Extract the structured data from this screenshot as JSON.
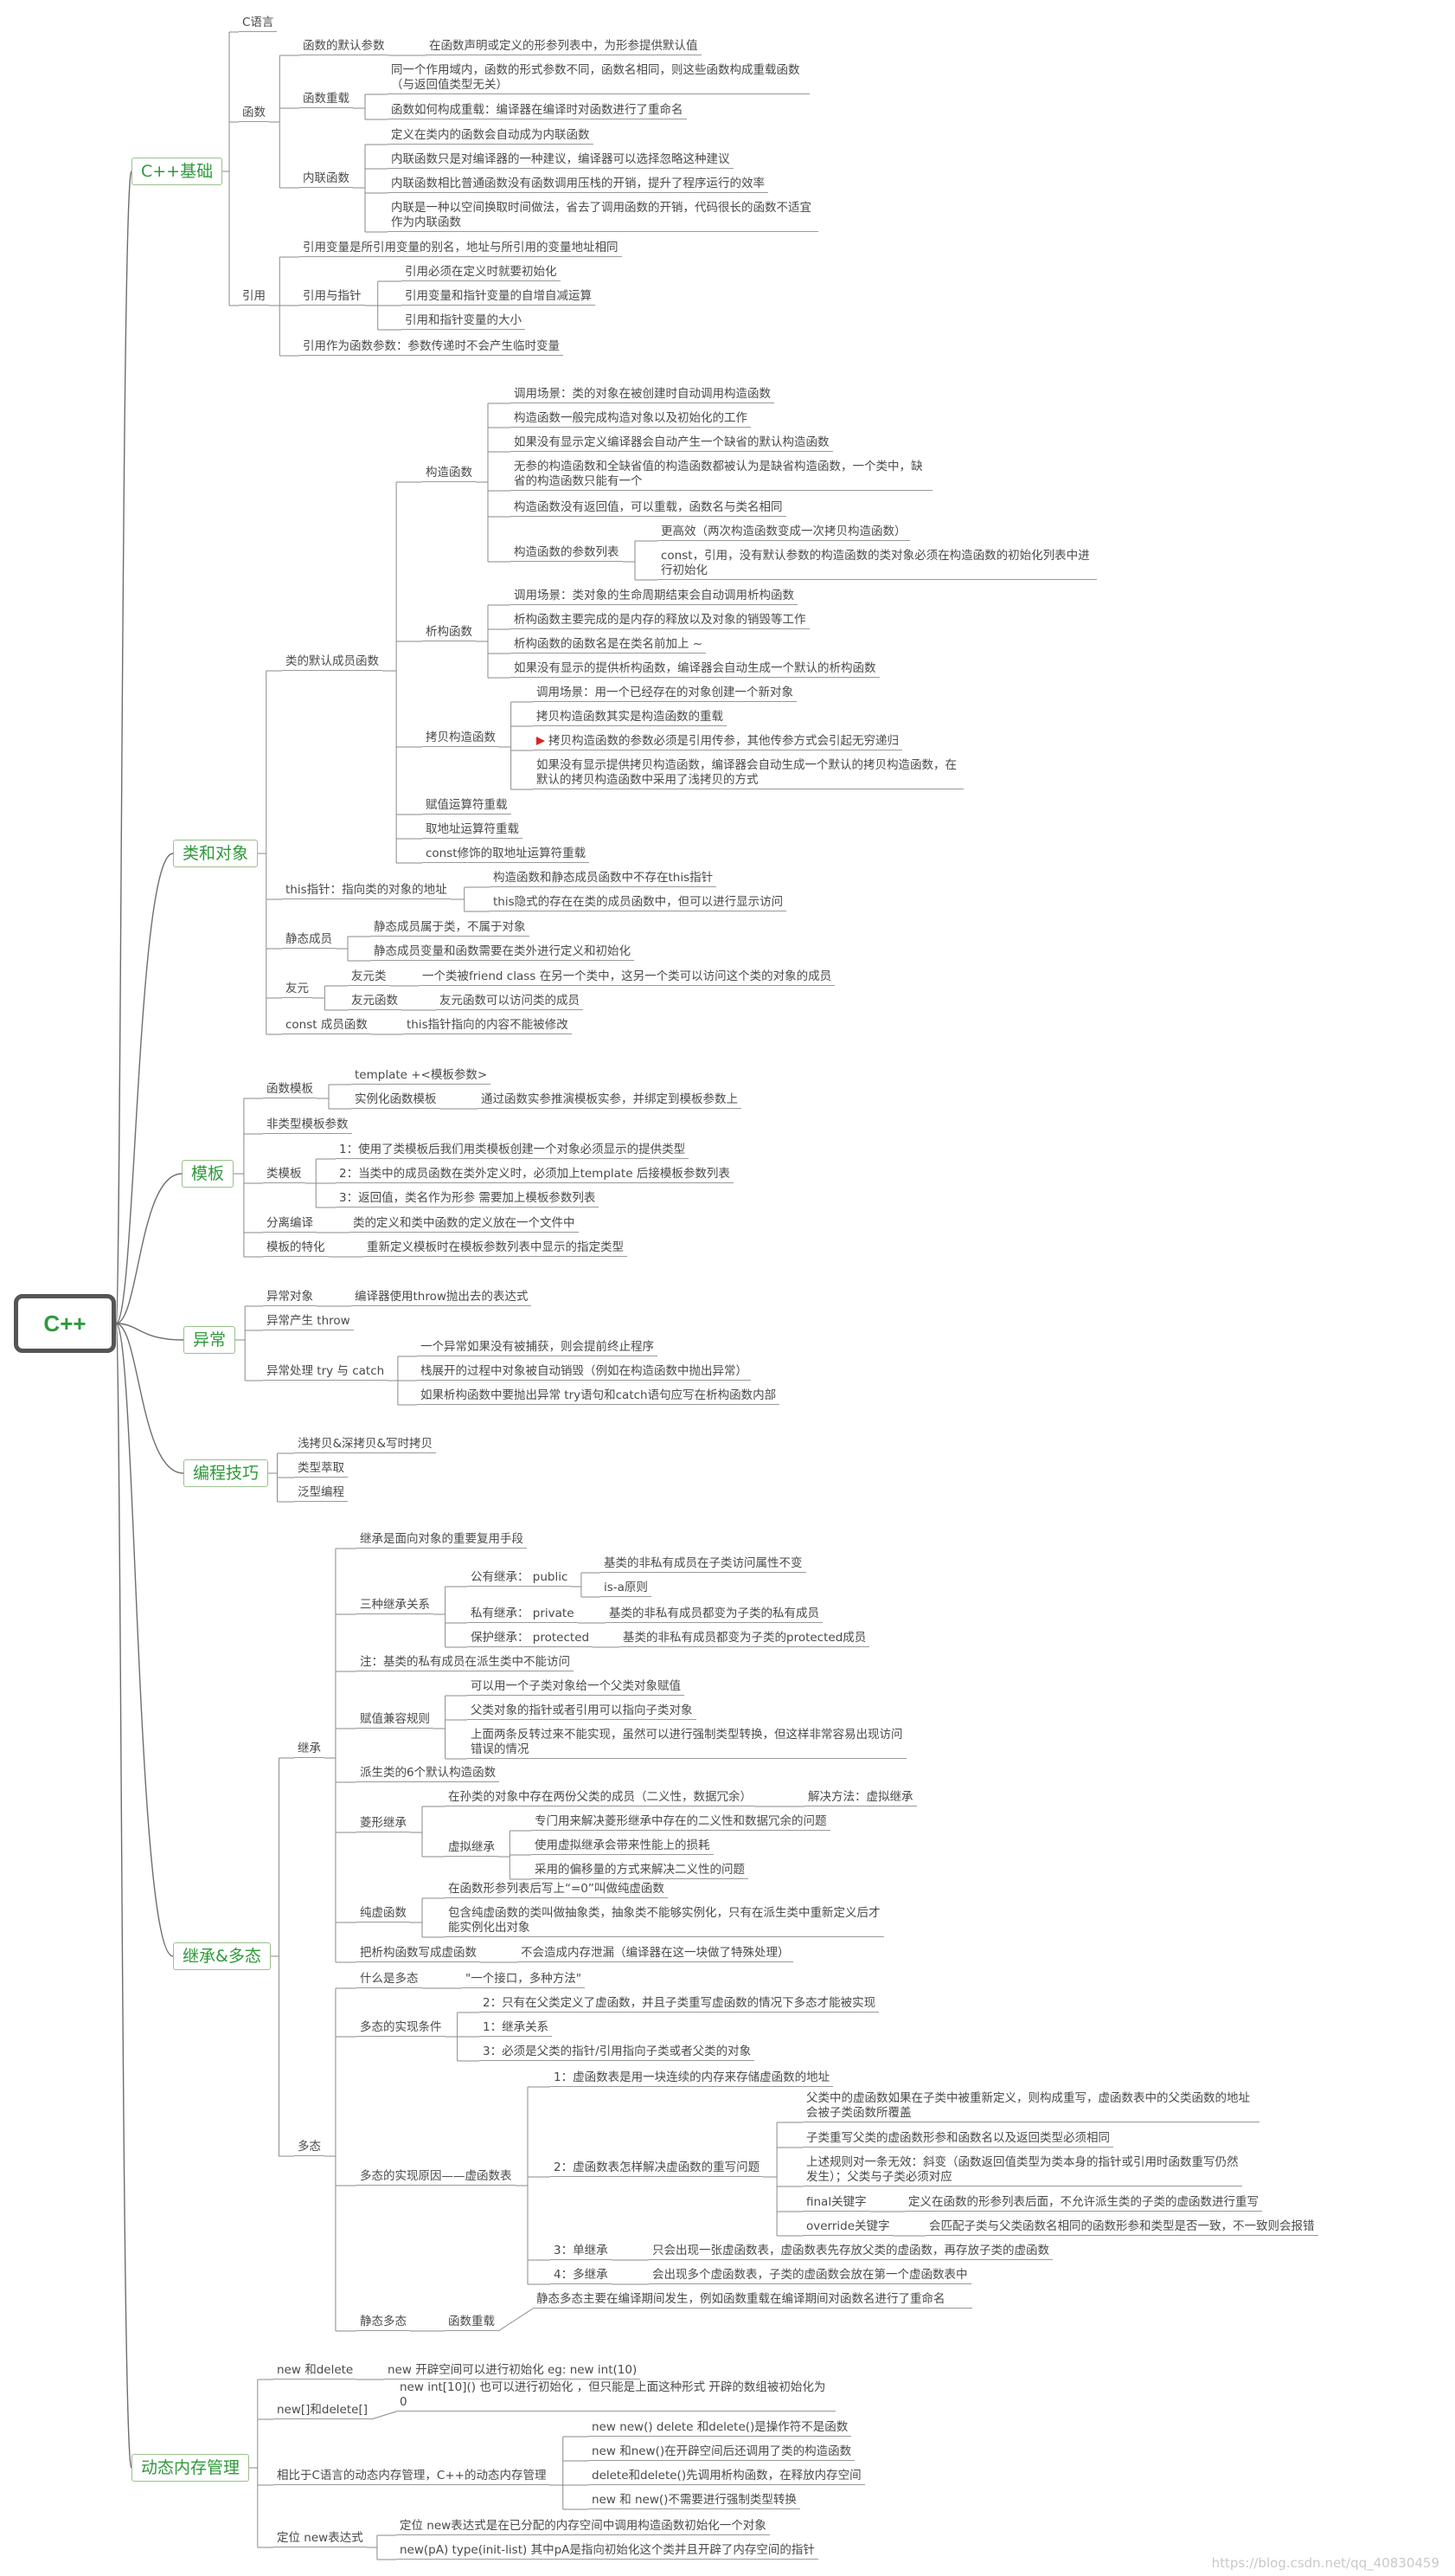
{
  "root": "C++",
  "branches": {
    "basics": "C++基础",
    "classes": "类和对象",
    "templates": "模板",
    "exceptions": "异常",
    "tips": "编程技巧",
    "inheritance": "继承&多态",
    "memory": "动态内存管理"
  },
  "basics": {
    "clang": "C语言",
    "func": "函数",
    "default_args": "函数的默认参数",
    "default_args_desc": "在函数声明或定义的形参列表中，为形参提供默认值",
    "overload": "函数重载",
    "overload_1": "同一个作用域内，函数的形式参数不同，函数名相同，则这些函数构成重载函数（与返回值类型无关）",
    "overload_2": "函数如何构成重载：编译器在编译时对函数进行了重命名",
    "inline": "内联函数",
    "inline_1": "定义在类内的函数会自动成为内联函数",
    "inline_2": "内联函数只是对编译器的一种建议，编译器可以选择忽略这种建议",
    "inline_3": "内联函数相比普通函数没有函数调用压栈的开销，提升了程序运行的效率",
    "inline_4": "内联是一种以空间换取时间做法，省去了调用函数的开销，代码很长的函数不适宜作为内联函数",
    "ref": "引用",
    "ref_1": "引用变量是所引用变量的别名，地址与所引用的变量地址相同",
    "ref_ptr": "引用与指针",
    "ref_ptr_1": "引用必须在定义时就要初始化",
    "ref_ptr_2": "引用变量和指针变量的自增自减运算",
    "ref_ptr_3": "引用和指针变量的大小",
    "ref_param": "引用作为函数参数：参数传递时不会产生临时变量"
  },
  "classes": {
    "defaults": "类的默认成员函数",
    "ctor": "构造函数",
    "ctor_1": "调用场景：类的对象在被创建时自动调用构造函数",
    "ctor_2": "构造函数一般完成构造对象以及初始化的工作",
    "ctor_3": "如果没有显示定义编译器会自动产生一个缺省的默认构造函数",
    "ctor_4": "无参的构造函数和全缺省值的构造函数都被认为是缺省构造函数，一个类中，缺省的构造函数只能有一个",
    "ctor_5": "构造函数没有返回值，可以重载，函数名与类名相同",
    "init_list": "构造函数的参数列表",
    "init_list_1": "更高效（两次构造函数变成一次拷贝构造函数）",
    "init_list_2": "const，引用，没有默认参数的构造函数的类对象必须在构造函数的初始化列表中进行初始化",
    "dtor": "析构函数",
    "dtor_1": "调用场景：类对象的生命周期结束会自动调用析构函数",
    "dtor_2": "析构函数主要完成的是内存的释放以及对象的销毁等工作",
    "dtor_3": "析构函数的函数名是在类名前加上 ~",
    "dtor_4": "如果没有显示的提供析构函数，编译器会自动生成一个默认的析构函数",
    "copy": "拷贝构造函数",
    "copy_1": "调用场景：用一个已经存在的对象创建一个新对象",
    "copy_2": "拷贝构造函数其实是构造函数的重载",
    "copy_3": "拷贝构造函数的参数必须是引用传参，其他传参方式会引起无穷递归",
    "copy_4": "如果没有显示提供拷贝构造函数，编译器会自动生成一个默认的拷贝构造函数，在默认的拷贝构造函数中采用了浅拷贝的方式",
    "assign": "赋值运算符重载",
    "addr": "取地址运算符重载",
    "const_addr": "const修饰的取地址运算符重载",
    "this": "this指针：指向类的对象的地址",
    "this_1": "构造函数和静态成员函数中不存在this指针",
    "this_2": "this隐式的存在在类的成员函数中，但可以进行显示访问",
    "static": "静态成员",
    "static_1": "静态成员属于类，不属于对象",
    "static_2": "静态成员变量和函数需要在类外进行定义和初始化",
    "friend": "友元",
    "friend_class": "友元类",
    "friend_class_desc": "一个类被friend class 在另一个类中，这另一个类可以访问这个类的对象的成员",
    "friend_func": "友元函数",
    "friend_func_desc": "友元函数可以访问类的成员",
    "const_member": "const 成员函数",
    "const_member_desc": "this指针指向的内容不能被修改"
  },
  "templates": {
    "func_tpl": "函数模板",
    "func_tpl_1": "template +<模板参数>",
    "instantiate": "实例化函数模板",
    "instantiate_desc": "通过函数实参推演模板实参，并绑定到模板参数上",
    "nontype": "非类型模板参数",
    "class_tpl": "类模板",
    "class_tpl_1": "1：使用了类模板后我们用类模板创建一个对象必须显示的提供类型",
    "class_tpl_2": "2：当类中的成员函数在类外定义时，必须加上template 后接模板参数列表",
    "class_tpl_3": "3：返回值，类名作为形参  需要加上模板参数列表",
    "separate": "分离编译",
    "separate_desc": "类的定义和类中函数的定义放在一个文件中",
    "special": "模板的特化",
    "special_desc": "重新定义模板时在模板参数列表中显示的指定类型"
  },
  "exceptions": {
    "obj": "异常对象",
    "obj_desc": "编译器使用throw抛出去的表达式",
    "throw": "异常产生 throw",
    "handle": "异常处理 try 与 catch",
    "handle_1": "一个异常如果没有被捕获，则会提前终止程序",
    "handle_2": "栈展开的过程中对象被自动销毁（例如在构造函数中抛出异常）",
    "handle_3": "如果析构函数中要抛出异常  try语句和catch语句应写在析构函数内部"
  },
  "tips": {
    "t1": "浅拷贝&深拷贝&写时拷贝",
    "t2": "类型萃取",
    "t3": "泛型编程"
  },
  "inheritance": {
    "inherit": "继承",
    "inh_1": "继承是面向对象的重要复用手段",
    "three": "三种继承关系",
    "public": "公有继承： public",
    "public_1": "基类的非私有成员在子类访问属性不变",
    "public_2": "is-a原则",
    "private": "私有继承： private",
    "private_1": "基类的非私有成员都变为子类的私有成员",
    "protected": "保护继承： protected",
    "protected_1": "基类的非私有成员都变为子类的protected成员",
    "note": "注：基类的私有成员在派生类中不能访问",
    "compat": "赋值兼容规则",
    "compat_1": "可以用一个子类对象给一个父类对象赋值",
    "compat_2": "父类对象的指针或者引用可以指向子类对象",
    "compat_3": "上面两条反转过来不能实现，虽然可以进行强制类型转换，但这样非常容易出现访问错误的情况",
    "six": "派生类的6个默认构造函数",
    "diamond": "菱形继承",
    "diamond_1": "在孙类的对象中存在两份父类的成员（二义性，数据冗余）",
    "diamond_fix": "解决方法：虚拟继承",
    "virtual": "虚拟继承",
    "virtual_1": "专门用来解决菱形继承中存在的二义性和数据冗余的问题",
    "virtual_2": "使用虚拟继承会带来性能上的损耗",
    "virtual_3": "采用的偏移量的方式来解决二义性的问题",
    "pure": "纯虚函数",
    "pure_1": "在函数形参列表后写上“=0”叫做纯虚函数",
    "pure_2": "包含纯虚函数的类叫做抽象类，抽象类不能够实例化，只有在派生类中重新定义后才能实例化出对象",
    "vdtor": "把析构函数写成虚函数",
    "vdtor_desc": "不会造成内存泄漏（编译器在这一块做了特殊处理）",
    "poly": "多态",
    "what": "什么是多态",
    "what_desc": "\"一个接口，多种方法\"",
    "cond": "多态的实现条件",
    "cond_1": "2：只有在父类定义了虚函数，并且子类重写虚函数的情况下多态才能被实现",
    "cond_2": "1：继承关系",
    "cond_3": "3：必须是父类的指针/引用指向子类或者父类的对象",
    "reason": "多态的实现原因——虚函数表",
    "vt_1": "1：虚函数表是用一块连续的内存来存储虚函数的地址",
    "vt_2": "2：虚函数表怎样解决虚函数的重写问题",
    "vt_2a": "父类中的虚函数如果在子类中被重新定义，则构成重写，虚函数表中的父类函数的地址会被子类函数所覆盖",
    "vt_2b": "子类重写父类的虚函数形参和函数名以及返回类型必须相同",
    "vt_2c": "上述规则对一条无效：斜变（函数返回值类型为类本身的指针或引用时函数重写仍然发生）；父类与子类必须对应",
    "final": "final关键字",
    "final_desc": "定义在函数的形参列表后面，不允许派生类的子类的虚函数进行重写",
    "override": "override关键字",
    "override_desc": "会匹配子类与父类函数名相同的函数形参和类型是否一致，不一致则会报错",
    "vt_3": "3：单继承",
    "vt_3_desc": "只会出现一张虚函数表，虚函数表先存放父类的虚函数，再存放子类的虚函数",
    "vt_4": "4：多继承",
    "vt_4_desc": "会出现多个虚函数表，子类的虚函数会放在第一个虚函数表中",
    "static_poly": "静态多态",
    "static_overload": "函数重载",
    "static_desc": "静态多态主要在编译期间发生，例如函数重载在编译期间对函数名进行了重命名"
  },
  "memory": {
    "newdel": "new 和delete",
    "newdel_desc": "new 开辟空间可以进行初始化  eg: new int(10)",
    "newarr": "new[]和delete[]",
    "newarr_desc": "new int[10]() 也可以进行初始化 ，但只能是上面这种形式  开辟的数组被初始化为0",
    "compare": "相比于C语言的动态内存管理，C++的动态内存管理",
    "cmp_1": "new new() delete 和delete()是操作符不是函数",
    "cmp_2": "new 和new()在开辟空间后还调用了类的构造函数",
    "cmp_3": "delete和delete()先调用析构函数，在释放内存空间",
    "cmp_4": "new 和 new()不需要进行强制类型转换",
    "placement": "定位 new表达式",
    "place_1": "定位 new表达式是在已分配的内存空间中调用构造函数初始化一个对象",
    "place_2": "new(pA) type(init-list) 其中pA是指向初始化这个类并且开辟了内存空间的指针"
  },
  "watermark": "https://blog.csdn.net/qq_40830459"
}
